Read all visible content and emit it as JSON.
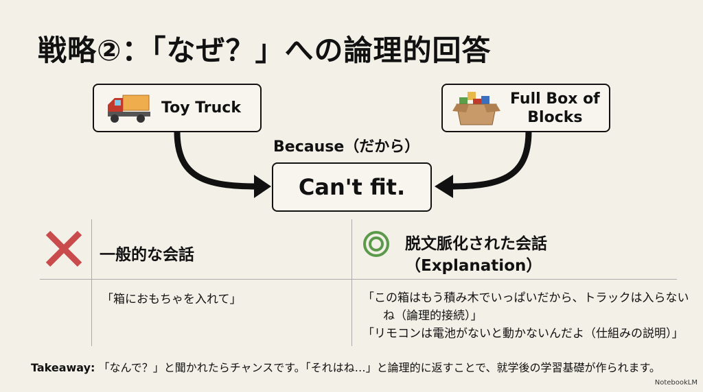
{
  "title": "戦略②：「なぜ？」への論理的回答",
  "diagram": {
    "left_box": {
      "label": "Toy Truck",
      "icon": "dump-truck-icon"
    },
    "right_box": {
      "label_line1": "Full Box of",
      "label_line2": "Blocks",
      "icon": "box-of-blocks-icon"
    },
    "connector": "Because（だから）",
    "result": "Can't fit."
  },
  "comparison": {
    "bad": {
      "icon": "x-mark-icon",
      "heading": "一般的な会話",
      "example": "「箱におもちゃを入れて」",
      "color": "#c94b4b"
    },
    "good": {
      "icon": "double-circle-icon",
      "heading_line1": "脱文脈化された会話",
      "heading_line2": "（Explanation）",
      "examples": [
        "「この箱はもう積み木でいっぱいだから、トラックは入らない",
        "ね（論理的接続）」",
        "「リモコンは電池がないと動かないんだよ（仕組みの説明）」"
      ],
      "color": "#5a9a4a"
    }
  },
  "takeaway": {
    "label": "Takeaway:",
    "text": "「なんで？」と聞かれたらチャンスです。「それはね…」と論理的に返すことで、就学後の学習基礎が作られます。"
  },
  "brand": "NotebookLM"
}
